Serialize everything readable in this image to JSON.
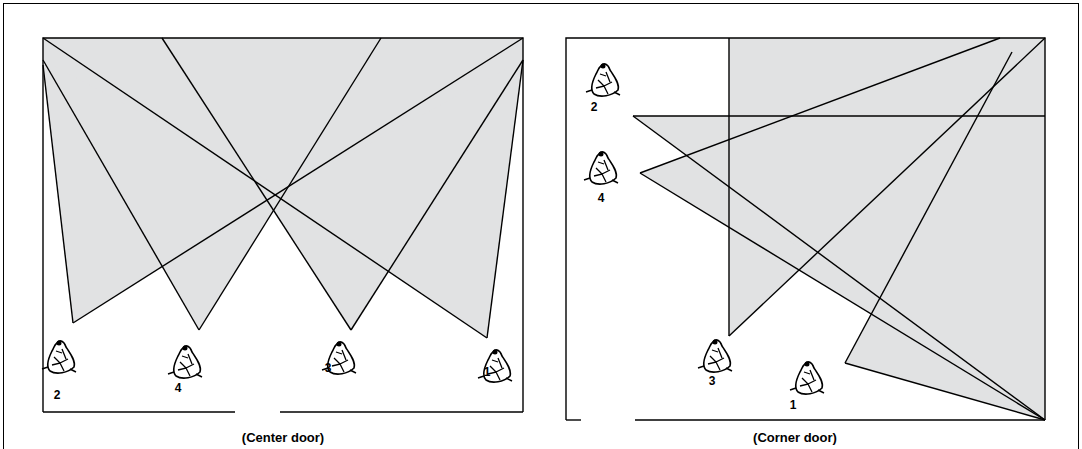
{
  "diagram": {
    "labels": [
      "2",
      "4",
      "3",
      "1",
      "(Center door)",
      "2",
      "4",
      "3",
      "1",
      "(Corner door)"
    ]
  }
}
